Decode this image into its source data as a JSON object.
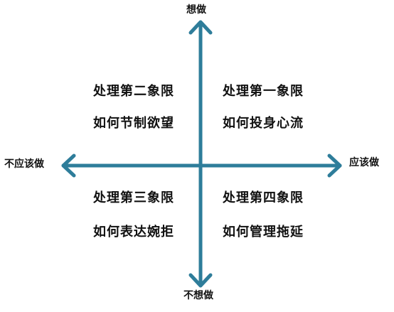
{
  "axes": {
    "top": "想做",
    "bottom": "不想做",
    "left": "不应该做",
    "right": "应该做",
    "color": "#2e7d9a"
  },
  "quadrants": {
    "top_left": {
      "title": "处理第二象限",
      "subtitle": "如何节制欲望"
    },
    "top_right": {
      "title": "处理第一象限",
      "subtitle": "如何投身心流"
    },
    "bottom_left": {
      "title": "处理第三象限",
      "subtitle": "如何表达婉拒"
    },
    "bottom_right": {
      "title": "处理第四象限",
      "subtitle": "如何管理拖延"
    }
  }
}
